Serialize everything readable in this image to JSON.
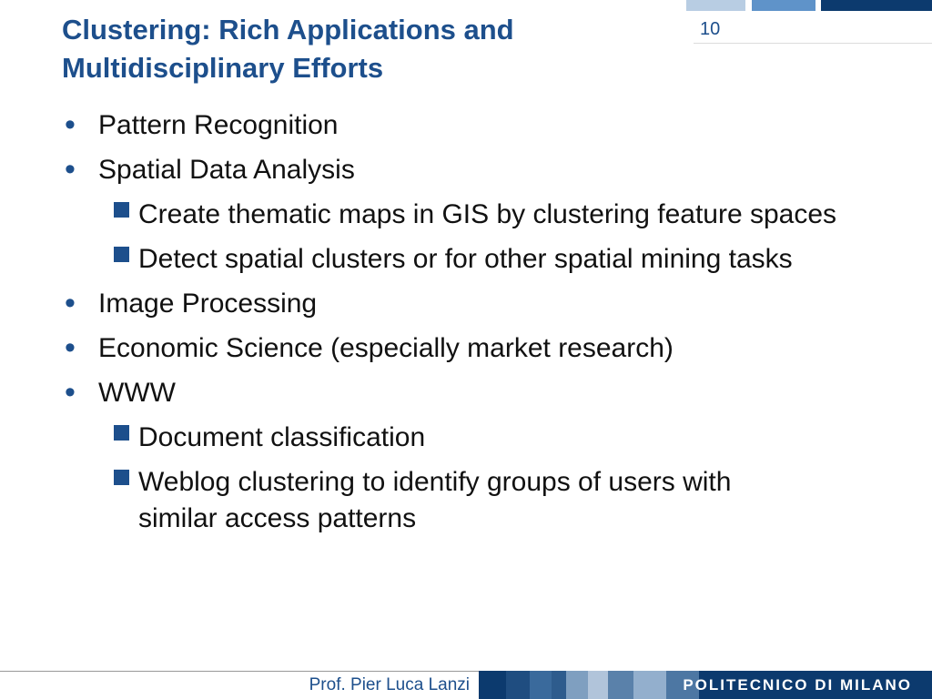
{
  "slide": {
    "title": "Clustering: Rich Applications and Multidisciplinary Efforts",
    "page_number": "10"
  },
  "bullets": [
    {
      "level": 1,
      "text": "Pattern Recognition"
    },
    {
      "level": 1,
      "text": "Spatial Data Analysis"
    },
    {
      "level": 2,
      "text": "Create thematic maps in GIS by clustering feature spaces"
    },
    {
      "level": 2,
      "text": "Detect spatial clusters or for other spatial mining tasks"
    },
    {
      "level": 1,
      "text": "Image Processing"
    },
    {
      "level": 1,
      "text": "Economic Science (especially market research)"
    },
    {
      "level": 1,
      "text": "WWW"
    },
    {
      "level": 2,
      "text": "Document classification"
    },
    {
      "level": 2,
      "text": "Weblog clustering to identify groups of users with similar access patterns"
    }
  ],
  "footer": {
    "author": "Prof. Pier Luca Lanzi",
    "institution": "POLITECNICO DI MILANO"
  },
  "colors": {
    "accent": "#1d4f8c",
    "dark_band": "#0c3a6e",
    "light_bar": "#b8cde3",
    "mid_bar": "#5f93c9"
  }
}
